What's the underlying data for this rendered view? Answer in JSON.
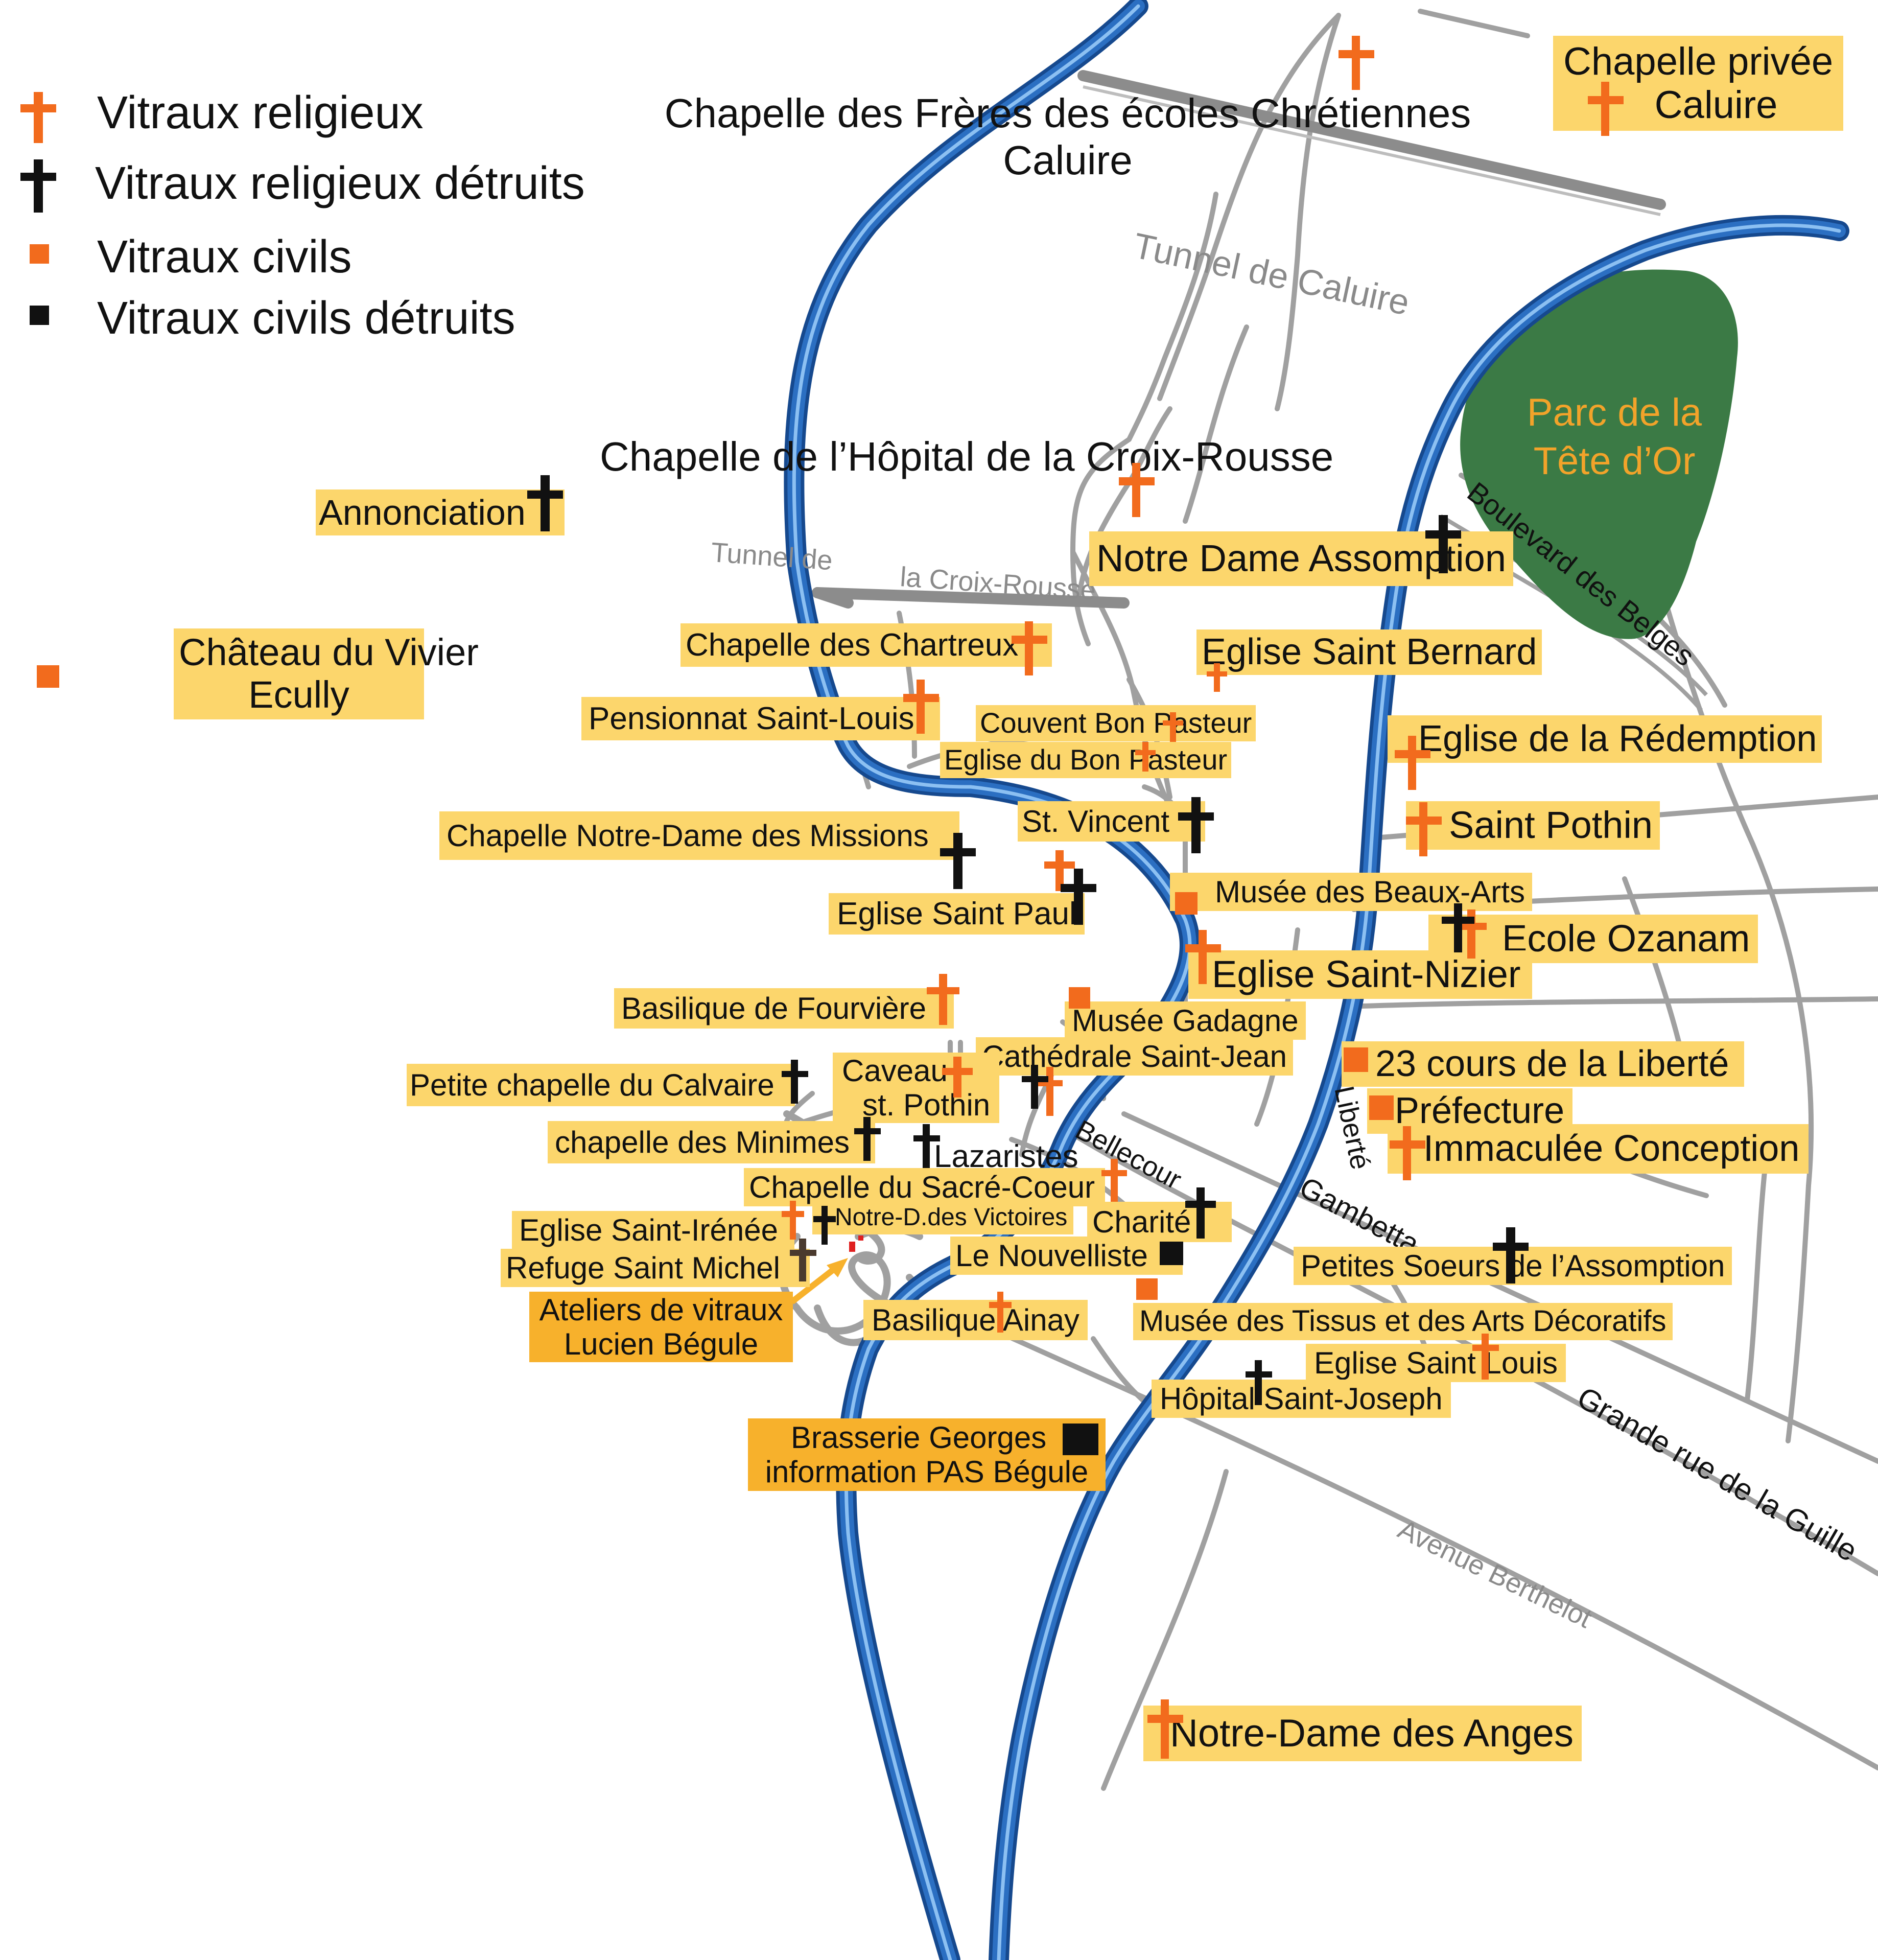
{
  "legend": {
    "items": [
      {
        "label": "Vitraux religieux",
        "icon": "orange-cross-icon"
      },
      {
        "label": "Vitraux religieux détruits",
        "icon": "black-cross-icon"
      },
      {
        "label": "Vitraux civils",
        "icon": "orange-square-icon"
      },
      {
        "label": "Vitraux civils détruits",
        "icon": "black-square-icon"
      }
    ]
  },
  "colors": {
    "river": "#1f5fb0",
    "river_highlight": "#6fa8e8",
    "road": "#a0a0a0",
    "tunnel": "#8c8c8c",
    "park": "#3b7a45",
    "label_bg": "#fcd66c",
    "label_bg_dark": "#f7b12c",
    "religious_marker": "#f26b1d",
    "destroyed_marker": "#111111"
  },
  "titles": {
    "freres_line1": "Chapelle des Frères des écoles Chrétiennes",
    "freres_line2": "Caluire",
    "hopital_croix_rousse": "Chapelle   de l’Hôpital de la Croix-Rousse"
  },
  "park": {
    "line1": "Parc de la",
    "line2": "Tête d’Or"
  },
  "roads": {
    "tunnel_caluire": "Tunnel de Caluire",
    "tunnel_croix_rousse_1": "Tunnel de",
    "tunnel_croix_rousse_2": "la Croix-Rousse",
    "boulevard_belges": "Boulevard des Belges",
    "grande_rue_guille": "Grande rue de la Guille",
    "avenue_berthelot": "Avenue Berthelot",
    "bellecour": "Bellecour",
    "gambetta": "Gambetta",
    "liberte": "Liberté"
  },
  "labels": {
    "chapelle_privee_1": "Chapelle  privée",
    "chapelle_privee_2": "Caluire",
    "annonciation": "Annonciation",
    "notre_dame_assomption": "Notre Dame Assomption",
    "chateau_vivier_1": "Château du Vivier",
    "chateau_vivier_2": "Ecully",
    "chapelle_chartreux": "Chapelle des Chartreux",
    "eglise_saint_bernard": "Eglise Saint Bernard",
    "pensionnat_saint_louis": "Pensionnat Saint-Louis",
    "couvent_bon_pasteur": "Couvent Bon Pasteur",
    "eglise_bon_pasteur": "Eglise du Bon Pasteur",
    "eglise_redemption": "Eglise de la Rédemption",
    "chapelle_nd_missions": "Chapelle Notre-Dame des Missions",
    "st_vincent": "St. Vincent",
    "saint_pothin": "Saint Pothin",
    "musee_beaux_arts": "Musée des Beaux-Arts",
    "eglise_saint_paul": "Eglise Saint Paul",
    "ecole_ozanam": "Ecole Ozanam",
    "eglise_saint_nizier": "Eglise Saint-Nizier",
    "basilique_fourviere": "Basilique de Fourvière",
    "musee_gadagne": "Musée Gadagne",
    "cathedrale_saint_jean": "Cathédrale  Saint-Jean",
    "cours_liberte": "23 cours de la Liberté",
    "petite_chapelle_calvaire": "Petite chapelle du Calvaire",
    "caveau_1": "Caveau",
    "caveau_2": "st. Pothin",
    "prefecture": "Préfecture",
    "chapelle_minimes": "chapelle des Minimes",
    "lazaristes": "Lazaristes",
    "immaculee_conception": "Immaculée Conception",
    "chapelle_sacre_coeur": "Chapelle du Sacré-Coeur",
    "eglise_saint_irenee": "Eglise Saint-Irénée",
    "nd_victoires": "Notre-D.des Victoires",
    "charite": "Charité",
    "refuge_saint_michel": "Refuge Saint Michel",
    "le_nouvelliste": "Le Nouvelliste",
    "petites_soeurs": "Petites Soeurs de l’Assomption",
    "ateliers_1": "Ateliers de vitraux",
    "ateliers_2": "Lucien Bégule",
    "basilique_ainay": "Basilique Ainay",
    "musee_tissus": "Musée  des Tissus et des Arts Décoratifs",
    "eglise_saint_louis": "Eglise Saint Louis",
    "hopital_saint_joseph": "Hôpital Saint-Joseph",
    "brasserie_1": "Brasserie Georges",
    "brasserie_2": "information PAS Bégule",
    "notre_dame_anges": "Notre-Dame des Anges"
  }
}
